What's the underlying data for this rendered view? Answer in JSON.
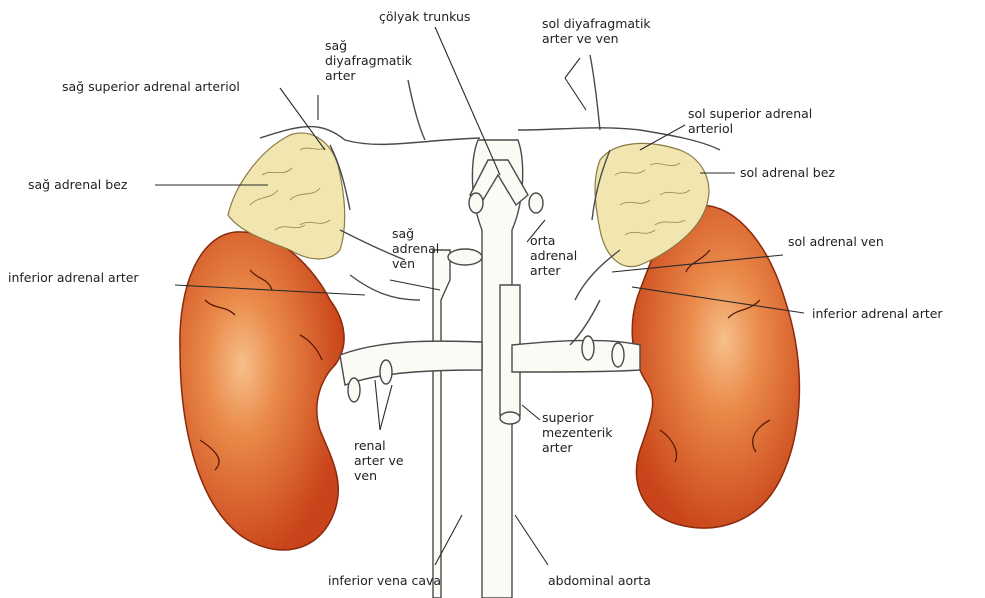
{
  "diagram": {
    "labels": {
      "colyak_trunkus": "çölyak trunkus",
      "sol_diyafragmatik": "sol diyafragmatik arter ve ven",
      "sag_diyafragmatik": "sağ diyafragmatik arter",
      "sag_superior_adrenal": "sağ superior adrenal arteriol",
      "sol_superior_adrenal": "sol superior adrenal arteriol",
      "sag_adrenal_bez": "sağ adrenal bez",
      "sol_adrenal_bez": "sol adrenal bez",
      "sag_adrenal_ven": "sağ adrenal ven",
      "sol_adrenal_ven": "sol adrenal ven",
      "orta_adrenal_arter": "orta adrenal arter",
      "inferior_adrenal_sag": "inferior adrenal arter",
      "inferior_adrenal_sol": "inferior adrenal arter",
      "renal": "renal arter ve ven",
      "superior_mezenterik": "superior mezenterik arter",
      "inferior_vena_cava": "inferior vena cava",
      "abdominal_aorta": "abdominal aorta"
    },
    "colors": {
      "kidney": "#d9531e",
      "kidney_highlight": "#f4b27a",
      "gland": "#f2e6b0",
      "vessel_outline": "#4a4a4a"
    }
  }
}
